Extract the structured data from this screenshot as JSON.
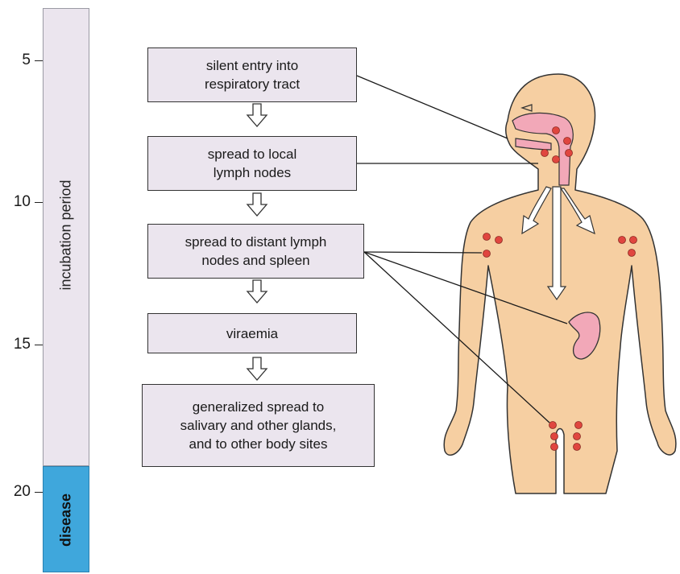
{
  "timeline": {
    "ticks": [
      "5",
      "10",
      "15",
      "20"
    ],
    "incubation_label": "incubation period",
    "disease_label": "disease",
    "colors": {
      "incubation": "#ebe5ee",
      "disease": "#3fa7dc"
    }
  },
  "steps": [
    "silent entry into\nrespiratory tract",
    "spread to local\nlymph nodes",
    "spread to distant lymph\nnodes and spleen",
    "viraemia",
    "generalized spread to\nsalivary and other glands,\nand to other body sites"
  ],
  "figure": {
    "body_color": "#f6cfa2",
    "node_color": "#e0463f",
    "organ_color": "#f2a8b8"
  }
}
